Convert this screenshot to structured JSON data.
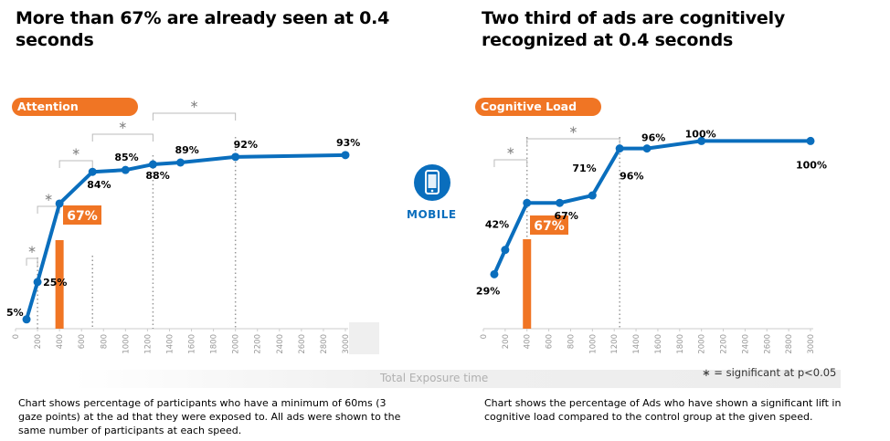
{
  "left": {
    "headline": "More than 67% are already seen at 0.4 seconds",
    "pill": "Attention",
    "caption": "Chart shows percentage of participants who have a minimum of 60ms (3 gaze points) at the ad that they were exposed to. All ads were shown to the same number of participants at each speed."
  },
  "right": {
    "headline": "Two third of ads are cognitively recognized at 0.4 seconds",
    "pill": "Cognitive Load",
    "caption": "Chart shows the percentage of Ads who have shown a significant lift in cognitive load compared to the control group at the given speed."
  },
  "center": {
    "label": "MOBILE",
    "icon": "mobile-phone-icon"
  },
  "footer": {
    "xlabel": "Total Exposure time",
    "significance_note": "∗ = significant at p<0.05"
  },
  "colors": {
    "line": "#0a6ebd",
    "highlight": "#f07524",
    "axis": "#cccccc",
    "tick_text": "#999999"
  },
  "chart_data": [
    {
      "type": "line",
      "title": "Attention",
      "xlabel": "Total Exposure time",
      "ylabel": "",
      "x_ticks": [
        0,
        200,
        400,
        600,
        800,
        1000,
        1200,
        1400,
        1600,
        1800,
        2000,
        2200,
        2400,
        2600,
        2800,
        3000
      ],
      "xlim": [
        0,
        3000
      ],
      "ylim": [
        0,
        100
      ],
      "series": [
        {
          "name": "Attention",
          "x": [
            100,
            200,
            400,
            700,
            1000,
            1250,
            1500,
            2000,
            3000
          ],
          "values": [
            5,
            25,
            67,
            84,
            85,
            88,
            89,
            92,
            93
          ],
          "labels": [
            "5%",
            "25%",
            "67%",
            "84%",
            "85%",
            "88%",
            "89%",
            "92%",
            "93%"
          ]
        }
      ],
      "highlight": {
        "x": 400,
        "label": "67%"
      },
      "guides_x": [
        200,
        700,
        1250,
        2000
      ],
      "significance_brackets": [
        [
          100,
          200
        ],
        [
          200,
          400
        ],
        [
          400,
          700
        ],
        [
          700,
          1250
        ],
        [
          1250,
          2000
        ]
      ]
    },
    {
      "type": "line",
      "title": "Cognitive Load",
      "xlabel": "Total Exposure time",
      "ylabel": "",
      "x_ticks": [
        0,
        200,
        400,
        600,
        800,
        1000,
        1200,
        1400,
        1600,
        1800,
        2000,
        2200,
        2400,
        2600,
        2800,
        3000
      ],
      "xlim": [
        0,
        3000
      ],
      "ylim": [
        0,
        100
      ],
      "series": [
        {
          "name": "Cognitive Load",
          "x": [
            100,
            200,
            400,
            700,
            1000,
            1250,
            1500,
            2000,
            3000
          ],
          "values": [
            29,
            42,
            67,
            67,
            71,
            96,
            96,
            100,
            100
          ],
          "labels": [
            "29%",
            "42%",
            "67%",
            "67%",
            "71%",
            "96%",
            "96%",
            "100%",
            "100%"
          ]
        }
      ],
      "highlight": {
        "x": 400,
        "label": "67%"
      },
      "guides_x": [
        400,
        1250
      ],
      "significance_brackets": [
        [
          100,
          400
        ],
        [
          400,
          1250
        ]
      ]
    }
  ]
}
